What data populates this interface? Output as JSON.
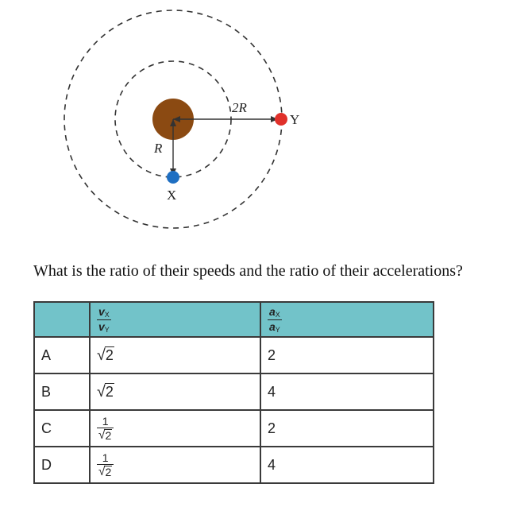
{
  "diagram": {
    "label_inner_radius": "R",
    "label_outer_radius": "2R",
    "label_satellite_x": "X",
    "label_satellite_y": "Y",
    "colors": {
      "planet": "#8b4a12",
      "satellite_x": "#1f6fc2",
      "satellite_y": "#e0302a",
      "orbit": "#333333"
    }
  },
  "question": "What is the ratio of their speeds and the ratio of their accelerations?",
  "table": {
    "header": {
      "col1": "",
      "speed_ratio": {
        "num_var": "v",
        "num_sub": "X",
        "den_var": "v",
        "den_sub": "Y"
      },
      "accel_ratio": {
        "num_var": "a",
        "num_sub": "X",
        "den_var": "a",
        "den_sub": "Y"
      }
    },
    "rows": [
      {
        "letter": "A",
        "speed": "√2",
        "speed_radicand": "2",
        "accel": "2"
      },
      {
        "letter": "B",
        "speed": "√2",
        "speed_radicand": "2",
        "accel": "4"
      },
      {
        "letter": "C",
        "speed_num": "1",
        "speed_radicand": "2",
        "accel": "2"
      },
      {
        "letter": "D",
        "speed_num": "1",
        "speed_radicand": "2",
        "accel": "4"
      }
    ],
    "header_color": "#72c3c9"
  }
}
